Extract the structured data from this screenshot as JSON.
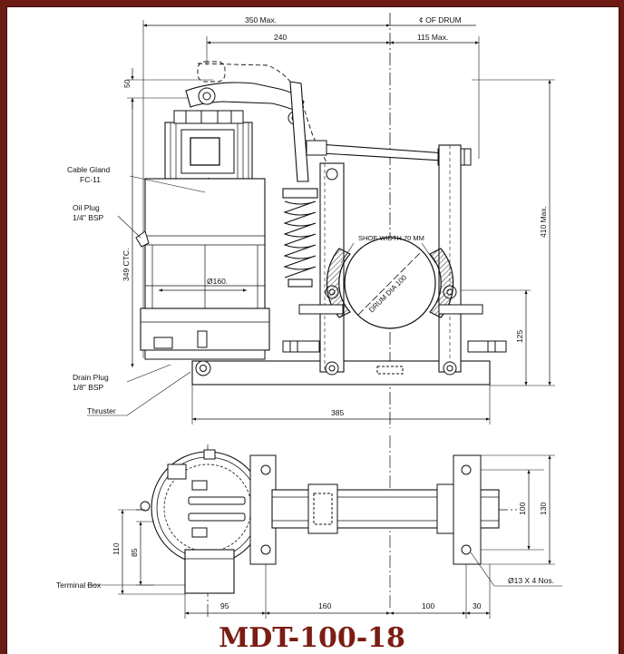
{
  "drawing": {
    "title": "MDT-100-18",
    "accent_color": "#7a1d14",
    "border_color": "#6b1a14"
  },
  "front_view": {
    "dims": {
      "width_overall": "350 Max.",
      "width_240": "240",
      "drum_center": "¢ OF DRUM",
      "width_right": "115 Max.",
      "height_50": "50",
      "height_total": "410 Max.",
      "center_distance": "349 CTC.",
      "base_length": "385",
      "shaft_height": "125",
      "thruster_dia": "Ø160."
    },
    "labels": {
      "cable_gland": "Cable Gland",
      "cable_gland_code": "FC-11",
      "oil_plug": "Oil Plug",
      "oil_plug_size": "1/4\" BSP",
      "drain_plug": "Drain Plug",
      "drain_plug_size": "1/8\" BSP",
      "thruster": "Thruster",
      "shoe_width": "SHOE WIDTH 70 MM",
      "drum_dia": "DRUM DIA 100"
    }
  },
  "plan_view": {
    "dims": {
      "d95": "95",
      "d160": "160",
      "d100": "100",
      "d30": "30",
      "v110": "110",
      "v85": "85",
      "v100": "100",
      "v130": "130"
    },
    "labels": {
      "terminal_box": "Terminal Box",
      "holes": "Ø13 X 4 Nos."
    }
  }
}
